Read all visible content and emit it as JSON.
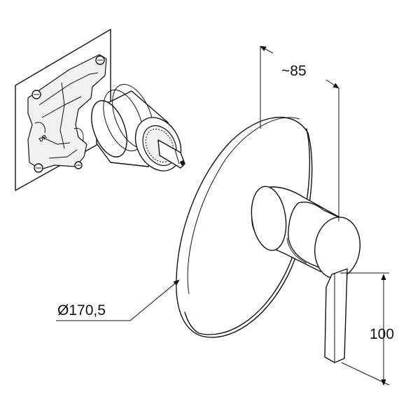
{
  "dimensions": {
    "depth": "~85",
    "diameter": "Ø170,5",
    "lever_length": "100"
  },
  "body_mark": "DR",
  "colors": {
    "line": "#111111",
    "background": "#ffffff"
  }
}
